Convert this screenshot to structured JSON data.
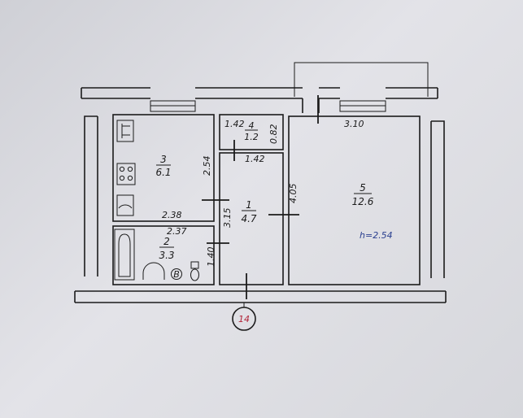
{
  "rooms": [
    {
      "number": "3",
      "area": "6.1"
    },
    {
      "number": "4",
      "area": "1.2"
    },
    {
      "number": "1",
      "area": "4.7"
    },
    {
      "number": "2",
      "area": "3.3"
    },
    {
      "number": "5",
      "area": "12.6"
    }
  ],
  "dimensions": {
    "d142_top": "1.42",
    "d082": "0.82",
    "d142_mid": "1.42",
    "d310": "3.10",
    "d254": "2.54",
    "d405": "4.05",
    "d238": "2.38",
    "d237": "2.37",
    "d315": "3.15",
    "d140": "1.40"
  },
  "ceiling_height": "h=2.54",
  "building_marker": "14",
  "boiler_label": "B"
}
